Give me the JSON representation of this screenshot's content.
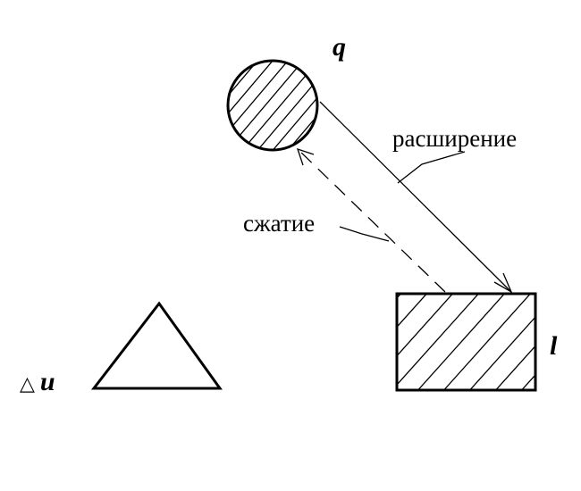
{
  "diagram": {
    "nodes": {
      "q": {
        "label": "q",
        "shape": "circle",
        "fill": "hatched"
      },
      "l": {
        "label": "l",
        "shape": "rectangle",
        "fill": "hatched"
      },
      "delta_u": {
        "symbol": "△",
        "label": "u",
        "shape": "triangle",
        "fill": "none"
      }
    },
    "edges": {
      "expansion": {
        "from": "q",
        "to": "l",
        "label": "расширение",
        "style": "solid"
      },
      "compression": {
        "from": "l",
        "to": "q",
        "label": "сжатие",
        "style": "dashed"
      }
    },
    "colors": {
      "stroke": "#000000",
      "background": "#ffffff"
    }
  }
}
